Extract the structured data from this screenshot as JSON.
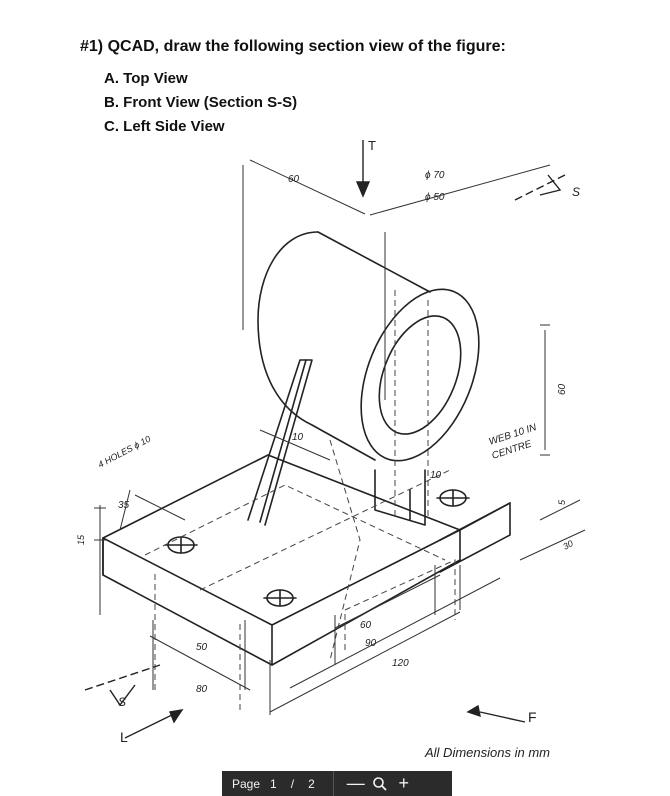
{
  "question": {
    "title": "#1) QCAD, draw the following section view of the figure:",
    "items": [
      "A. Top View",
      "B. Front View (Section S-S)",
      "C. Left Side View"
    ]
  },
  "drawing": {
    "labels": {
      "top_arrow": "T",
      "left_arrow": "L",
      "front_arrow": "F",
      "section_top": "S",
      "section_bottom": "S",
      "dim_60_top": "60",
      "dim_phi70": "ϕ 70",
      "dim_phi50": "ϕ 50",
      "holes": "4 HOLES ϕ 10",
      "dim_35": "35",
      "dim_15": "15",
      "dim_10_web": "10",
      "dim_10_boss": "10",
      "web_note_line1": "WEB 10 IN",
      "web_note_line2": "CENTRE",
      "dim_60_height": "60",
      "dim_5": "5",
      "dim_30": "30",
      "dim_60_slot": "60",
      "dim_90": "90",
      "dim_120": "120",
      "dim_50": "50",
      "dim_80": "80"
    },
    "note": "All Dimensions in mm"
  },
  "viewer": {
    "page_label": "Page",
    "current_page": "1",
    "separator": "/",
    "total_pages": "2",
    "zoom_out": "—",
    "zoom_in": "+"
  }
}
